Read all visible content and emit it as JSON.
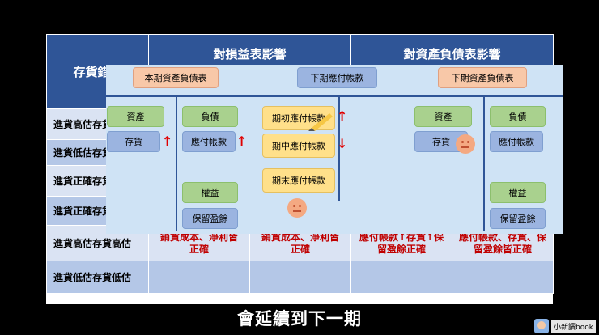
{
  "table": {
    "header_col1": "存貨錯誤",
    "header_col2": "對損益表影響",
    "header_col3": "對資產負債表影響",
    "rows": [
      "進貨高估存貨",
      "進貨低估存貨",
      "進貨正確存貨",
      "進貨正確存貨",
      "進貨高估存貨高估",
      "進貨低估存貨低估"
    ],
    "row5_cells": [
      "銷貨成本、淨利皆正確",
      "銷貨成本、淨利皆正確",
      "應付帳款↑存貨↑保留盈餘正確",
      "應付帳款、存貨、保留盈餘皆正確"
    ]
  },
  "diagram": {
    "current_bs_title": "本期資產負債表",
    "next_ap_title": "下期應付帳款",
    "next_bs_title": "下期資產負債表",
    "assets": "資產",
    "inventory": "存貨",
    "liabilities": "負債",
    "ap": "應付帳款",
    "equity": "權益",
    "retained": "保留盈餘",
    "ap_begin": "期初應付帳款",
    "ap_mid": "期中應付帳款",
    "ap_end": "期末應付帳款",
    "assets2": "資產",
    "inventory2": "存貨",
    "liabilities2": "負債",
    "ap2": "應付帳款",
    "equity2": "權益",
    "retained2": "保留盈餘",
    "arrow_up": "↑",
    "arrow_down": "↓"
  },
  "caption": "會延續到下一期",
  "brand": "小新讀book"
}
